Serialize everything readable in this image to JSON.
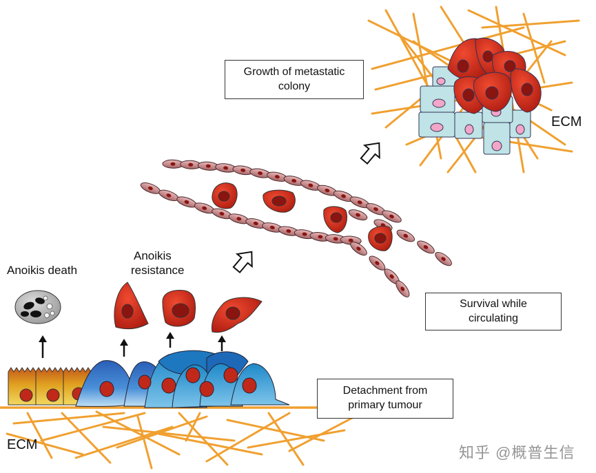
{
  "labels": {
    "anoikis_death": "Anoikis death",
    "anoikis_resistance_line1": "Anoikis",
    "anoikis_resistance_line2": "resistance",
    "ecm_bottom": "ECM",
    "ecm_top": "ECM"
  },
  "boxes": {
    "growth": {
      "line1": "Growth of metastatic",
      "line2": "colony"
    },
    "survival": {
      "line1": "Survival while",
      "line2": "circulating"
    },
    "detachment": {
      "line1": "Detachment from",
      "line2": "primary tumour"
    }
  },
  "watermark": "知乎 @概普生信",
  "colors": {
    "ecm_fiber": "#f0a030",
    "tumour_cell": "#cc2a1a",
    "tumour_nucleus": "#8a1410",
    "epithelial": "#d9a020",
    "blue_cell": "#3a78c8",
    "vessel_cell": "#c98a8c",
    "colony_cell": "#bfe3e6",
    "pink_nucleus": "#f2a6c8"
  }
}
